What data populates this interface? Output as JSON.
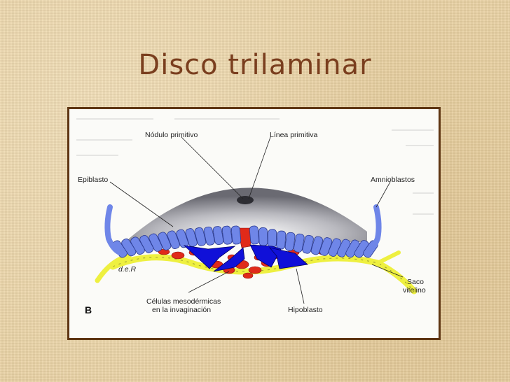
{
  "slide": {
    "title": "Disco trilaminar"
  },
  "figure": {
    "panel_letter": "B",
    "signature": "d.e.R",
    "labels": {
      "nodulo_primitivo": "Nódulo primitivo",
      "linea_primitiva": "Línea primitiva",
      "epiblasto": "Epiblasto",
      "amnioblastos": "Amnioblastos",
      "saco_vitelino_line1": "Saco",
      "saco_vitelino_line2": "vitelino",
      "celulas_line1": "Células mesodérmicas",
      "celulas_line2": "en la invaginación",
      "hipoblasto": "Hipoblasto"
    },
    "colors": {
      "frame": "#5e3512",
      "epiblast": "#6f86e8",
      "mesoderm": "#e02a1a",
      "hypoblast": "#eef040",
      "arrows": "#1010d8",
      "title": "#7a3e1e"
    }
  }
}
